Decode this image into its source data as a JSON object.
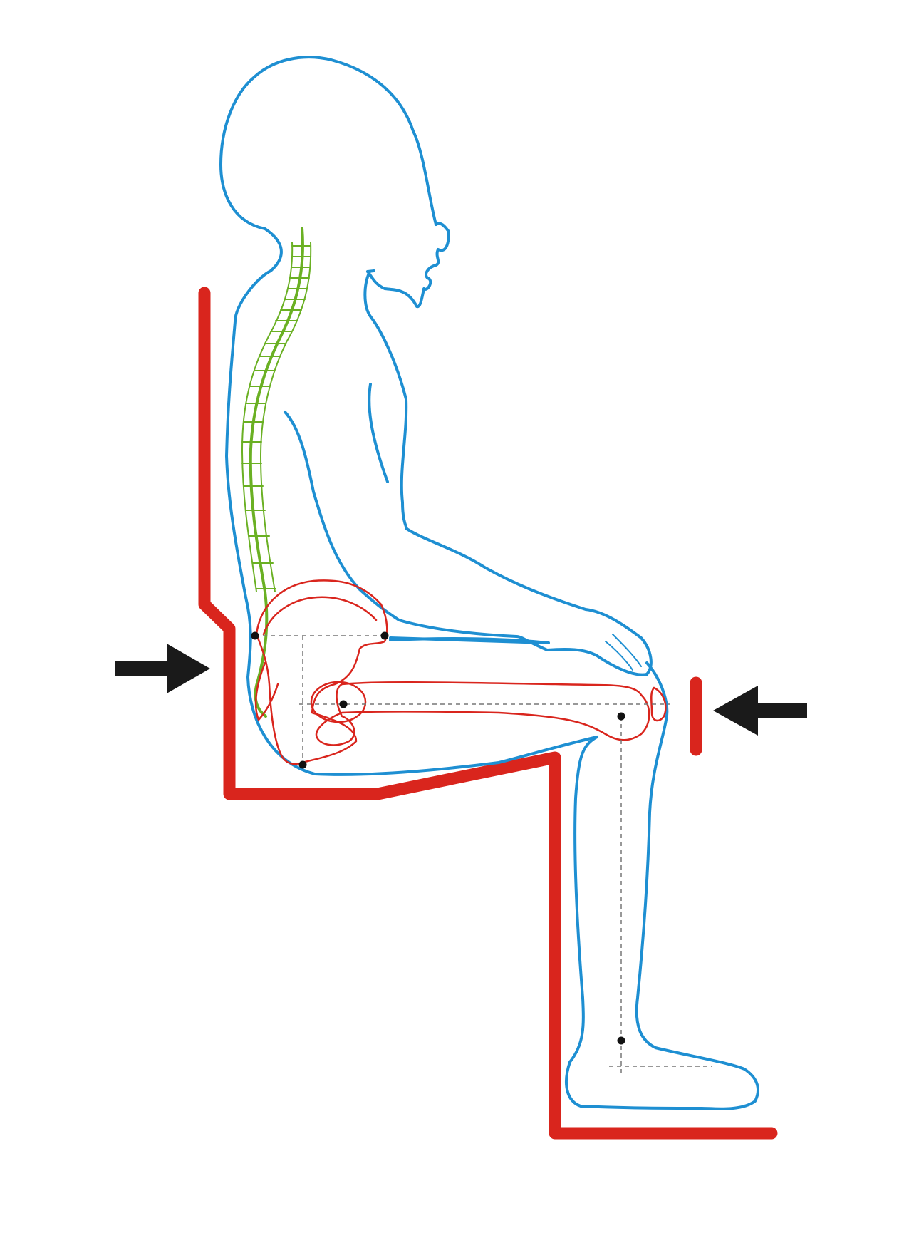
{
  "figure": {
    "kind": "seated-posture-diagram",
    "colors": {
      "background": "#ffffff",
      "chair": "#d9251d",
      "body_outline": "#1e8fd2",
      "skeleton": "#d9251d",
      "spine": "#6ab023",
      "arrows": "#1a1a1a",
      "reference_lines": "#777777",
      "joint_points": "#111111"
    },
    "arrows": [
      {
        "name": "left-arrow-icon",
        "direction": "right"
      },
      {
        "name": "right-arrow-icon",
        "direction": "left"
      }
    ],
    "joint_points": [
      "iliac-crest-front",
      "iliac-crest-back",
      "hip-joint",
      "ischial-tuberosity",
      "knee-joint",
      "ankle-joint"
    ]
  }
}
